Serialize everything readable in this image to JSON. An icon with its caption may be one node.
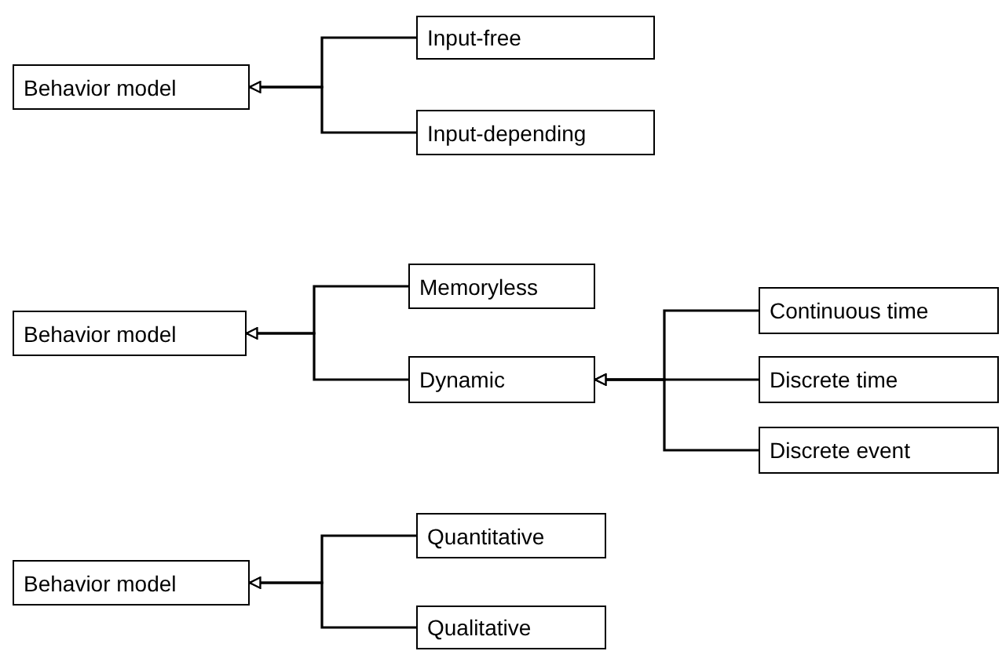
{
  "diagram": {
    "nodes": [
      {
        "text": [
          "Behavior model"
        ]
      },
      {
        "text": [
          "Input-free"
        ]
      },
      {
        "text": [
          "Input-depending"
        ]
      },
      {
        "text": [
          "Behavior model"
        ]
      },
      {
        "text": [
          "Memoryless"
        ]
      },
      {
        "text": [
          "Dynamic"
        ]
      },
      {
        "text": [
          "Continuous time"
        ]
      },
      {
        "text": [
          "Discrete time"
        ]
      },
      {
        "text": [
          "Discrete event"
        ]
      },
      {
        "text": [
          "Behavior model"
        ]
      },
      {
        "text": [
          "Quantitative"
        ]
      },
      {
        "text": [
          "Qualitative"
        ]
      }
    ],
    "edges": [
      {
        "from": 1,
        "to": 0,
        "arrow": "to"
      },
      {
        "from": 2,
        "to": 0,
        "arrow": "to"
      },
      {
        "from": 4,
        "to": 3,
        "arrow": "to"
      },
      {
        "from": 5,
        "to": 3,
        "arrow": "to"
      },
      {
        "from": 6,
        "to": 5,
        "arrow": "to"
      },
      {
        "from": 7,
        "to": 5,
        "arrow": "to"
      },
      {
        "from": 8,
        "to": 5,
        "arrow": "to"
      },
      {
        "from": 10,
        "to": 9,
        "arrow": "to"
      },
      {
        "from": 11,
        "to": 9,
        "arrow": "to"
      }
    ]
  }
}
